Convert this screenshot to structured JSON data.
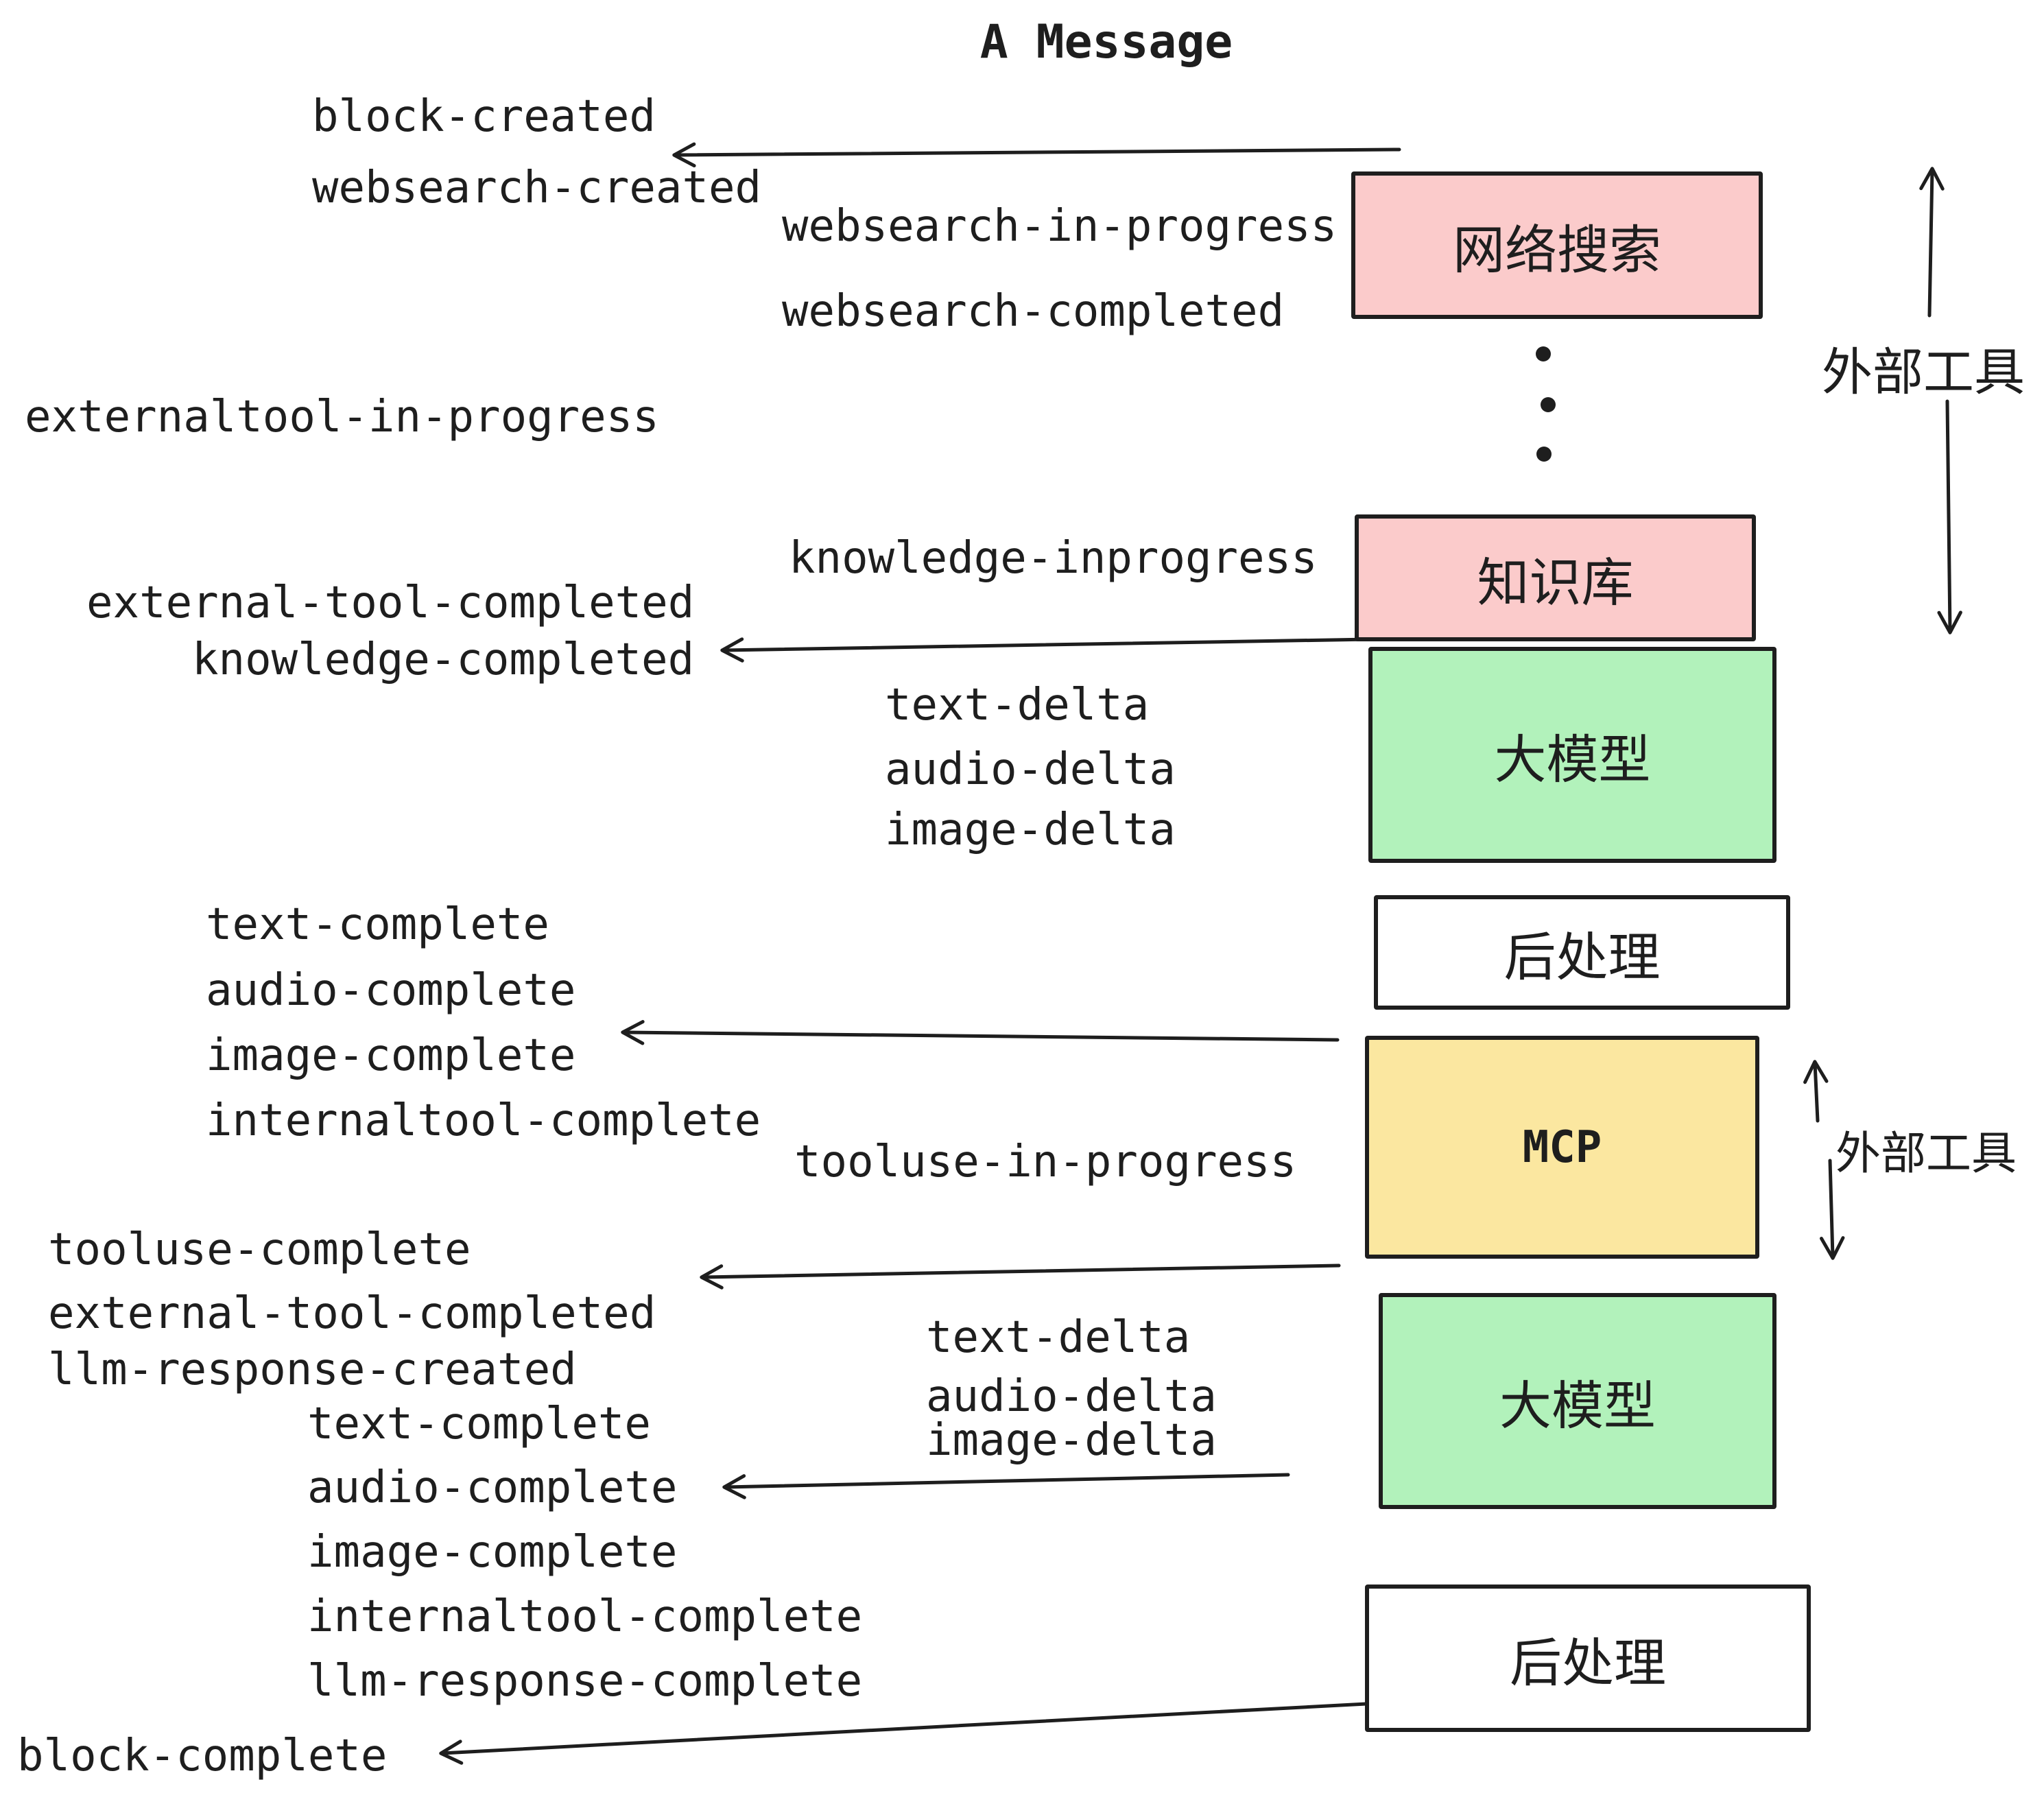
{
  "title": "A Message",
  "colors": {
    "ink": "#1e1e1e",
    "pink": "#fbcbcb",
    "green": "#b2f2bb",
    "yellow": "#fbe7a0",
    "white": "#ffffff",
    "background": "#ffffff"
  },
  "nodes": {
    "websearch": {
      "label": "网络搜索",
      "color": "#fbcbcb"
    },
    "knowledge": {
      "label": "知识库",
      "color": "#fbcbcb"
    },
    "llm1": {
      "label": "大模型",
      "color": "#b2f2bb"
    },
    "post1": {
      "label": "后处理",
      "color": "#ffffff"
    },
    "mcp": {
      "label": "MCP",
      "color": "#fbe7a0"
    },
    "llm2": {
      "label": "大模型",
      "color": "#b2f2bb"
    },
    "post2": {
      "label": "后处理",
      "color": "#ffffff"
    }
  },
  "side_labels": {
    "external_tools_top": "外部工具",
    "external_tools_bottom": "外部工具"
  },
  "events": {
    "block_created": "block-created",
    "websearch_created": "websearch-created",
    "websearch_in_progress": "websearch-in-progress",
    "websearch_completed": "websearch-completed",
    "externaltool_in_progress": "externaltool-in-progress",
    "knowledge_inprogress": "knowledge-inprogress",
    "external_tool_completed": "external-tool-completed",
    "knowledge_completed": "knowledge-completed",
    "text_delta": "text-delta",
    "audio_delta": "audio-delta",
    "image_delta": "image-delta",
    "text_complete": "text-complete",
    "audio_complete": "audio-complete",
    "image_complete": "image-complete",
    "internaltool_complete": "internaltool-complete",
    "tooluse_in_progress": "tooluse-in-progress",
    "tooluse_complete": "tooluse-complete",
    "external_tool_completed_2": "external-tool-completed",
    "llm_response_created": "llm-response-created",
    "text_complete_2": "text-complete",
    "text_delta_2": "text-delta",
    "audio_delta_2": "audio-delta",
    "image_delta_2": "image-delta",
    "audio_complete_2": "audio-complete",
    "image_complete_2": "image-complete",
    "internaltool_complete_2": "internaltool-complete",
    "llm_response_complete": "llm-response-complete",
    "block_complete": "block-complete"
  }
}
